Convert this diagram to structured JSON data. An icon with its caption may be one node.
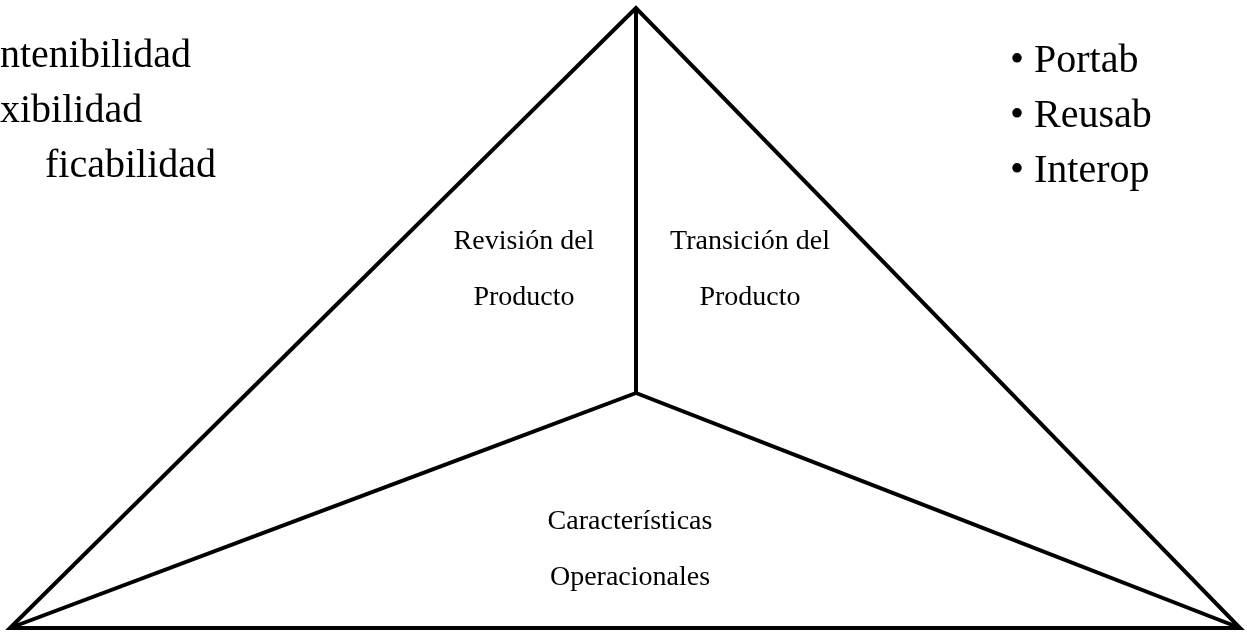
{
  "diagram": {
    "nodes": [
      {
        "text": [
          "Revisión del Producto"
        ]
      },
      {
        "text": [
          "Transición del Producto"
        ]
      },
      {
        "text": [
          "Características Operacionales"
        ]
      }
    ],
    "labels": [
      "ntenibilidad",
      "xibilidad",
      "ficabilidad",
      "• Portab",
      "• Reusab",
      "• Interop"
    ]
  }
}
